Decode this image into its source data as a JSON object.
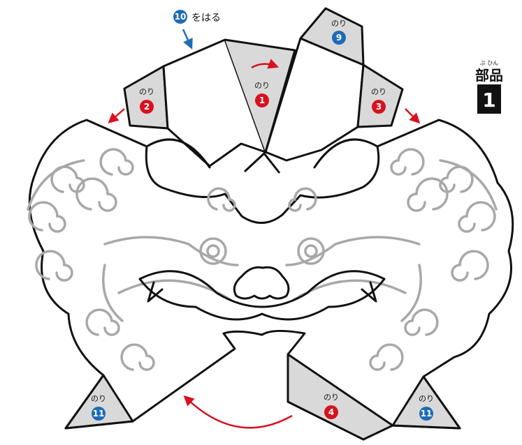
{
  "part": {
    "ruby": "ぶ ひん",
    "label": "部品",
    "number": "1"
  },
  "hint": {
    "step_number": "10",
    "text": "をはる"
  },
  "glue_tabs": [
    {
      "id": "tab-1",
      "label": "のり",
      "number": "1",
      "color": "#d7121f"
    },
    {
      "id": "tab-2",
      "label": "のり",
      "number": "2",
      "color": "#d7121f"
    },
    {
      "id": "tab-3",
      "label": "のり",
      "number": "3",
      "color": "#d7121f"
    },
    {
      "id": "tab-4",
      "label": "のり",
      "number": "4",
      "color": "#d7121f"
    },
    {
      "id": "tab-9",
      "label": "のり",
      "number": "9",
      "color": "#1f6cb5"
    },
    {
      "id": "tab-11-left",
      "label": "のり",
      "number": "11",
      "color": "#1f6cb5"
    },
    {
      "id": "tab-11-right",
      "label": "のり",
      "number": "11",
      "color": "#1f6cb5"
    }
  ],
  "colors": {
    "red": "#d7121f",
    "blue": "#1f6cb5",
    "outline": "#111111",
    "shade": "#d9d9d9",
    "swirl": "#a8a8a8"
  }
}
